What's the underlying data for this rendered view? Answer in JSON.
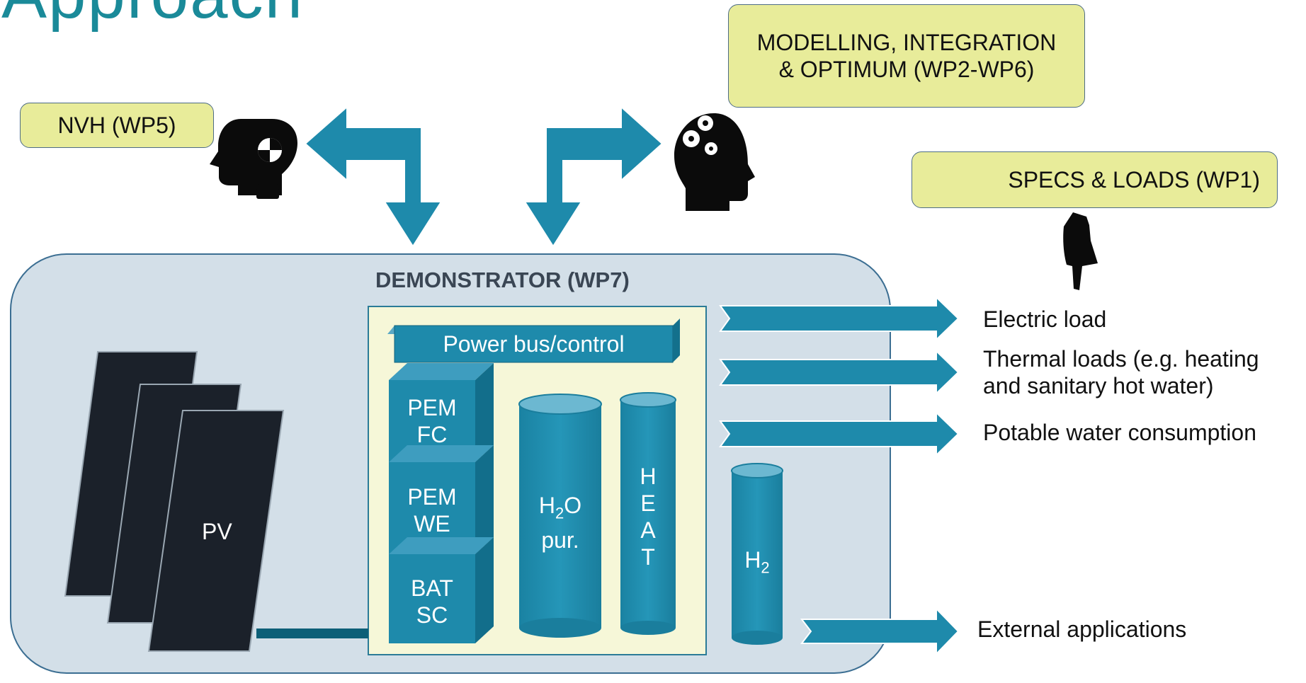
{
  "title_fragment": "Approach",
  "boxes": {
    "nvh": "NVH (WP5)",
    "modelling_line1": "MODELLING, INTEGRATION",
    "modelling_line2": "& OPTIMUM (WP2-WP6)",
    "specs": "SPECS & LOADS (WP1)"
  },
  "demonstrator": {
    "title": "DEMONSTRATOR (WP7)",
    "power_bus": "Power bus/control",
    "pem_fc": [
      "PEM",
      "FC"
    ],
    "pem_we": [
      "PEM",
      "WE"
    ],
    "bat_sc": [
      "BAT",
      "SC"
    ],
    "h2o_pur": {
      "main": "H",
      "sub": "2",
      "rest": "O",
      "line2": "pur."
    },
    "heat": [
      "H",
      "E",
      "A",
      "T"
    ],
    "h2": {
      "main": "H",
      "sub": "2"
    },
    "pv": "PV"
  },
  "outputs": {
    "electric": "Electric load",
    "thermal_line1": "Thermal loads (e.g. heating",
    "thermal_line2": "and sanitary hot water)",
    "potable": "Potable water consumption",
    "external": "External applications"
  },
  "icons": [
    "head-crash-dummy-icon",
    "head-gears-icon",
    "pointing-hand-icon"
  ],
  "colors": {
    "accent": "#1e8aab",
    "box_fill": "#e8ec9a",
    "stage_fill": "#d3dfe8",
    "inner_fill": "#f6f7d8",
    "pv_fill": "#1b212a"
  }
}
